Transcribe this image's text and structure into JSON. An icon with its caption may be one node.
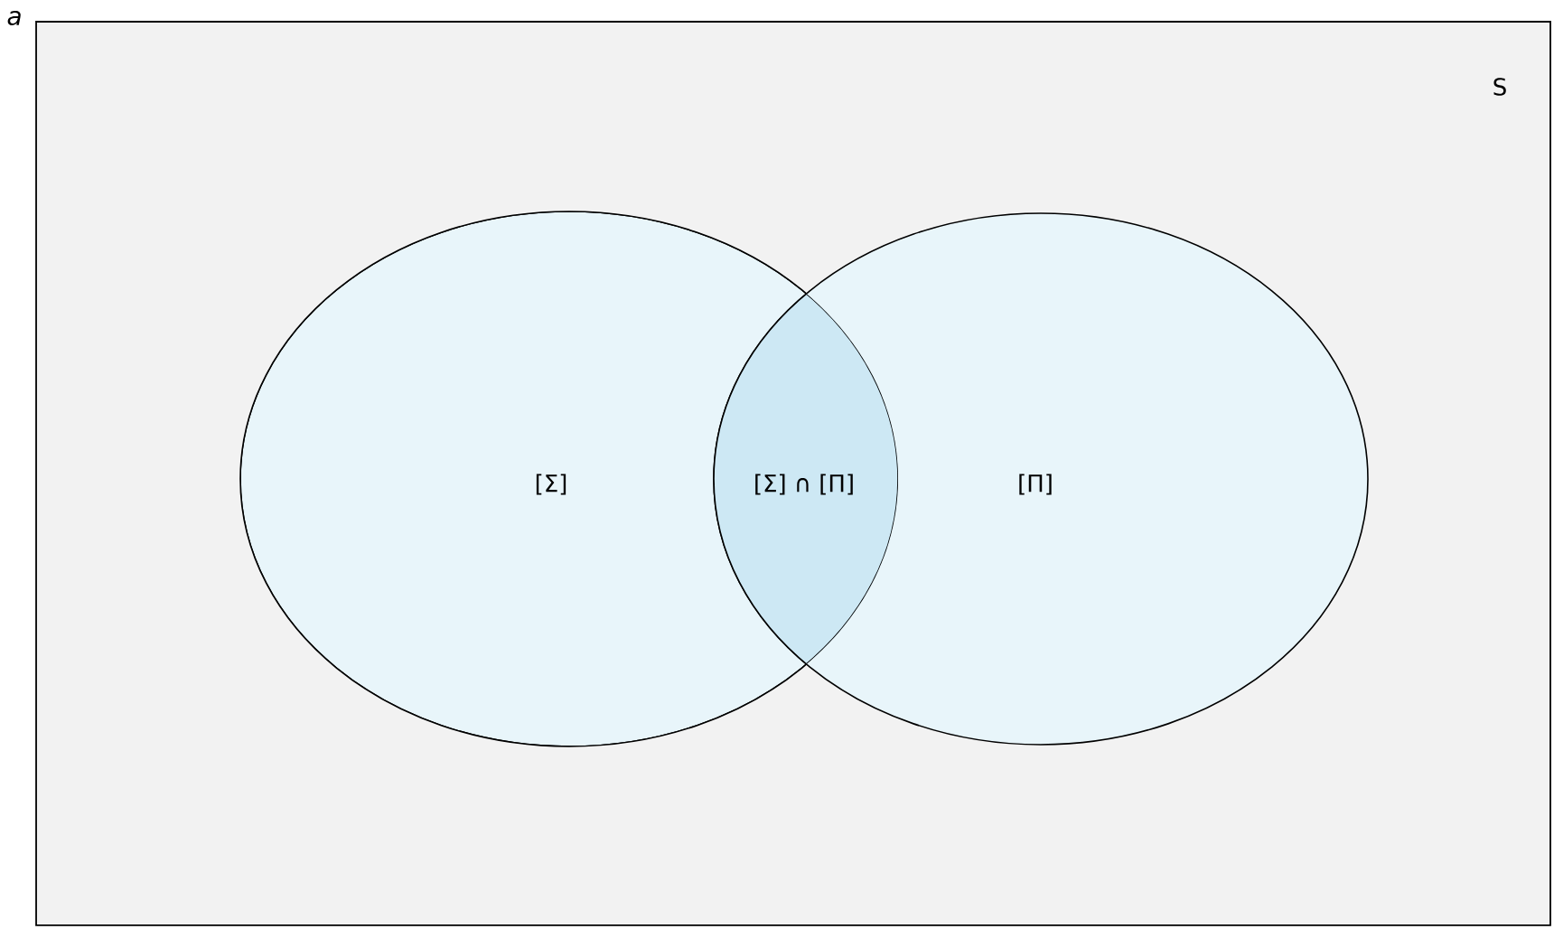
{
  "diagram": {
    "nodes": [
      {
        "text": [
          "S"
        ]
      },
      {
        "text": [
          "[Σ]"
        ],
        "in": 0
      },
      {
        "text": [
          "[Π]"
        ],
        "in": 0
      }
    ],
    "labels": [
      "a",
      "[Σ] ∩ [Π]"
    ]
  }
}
